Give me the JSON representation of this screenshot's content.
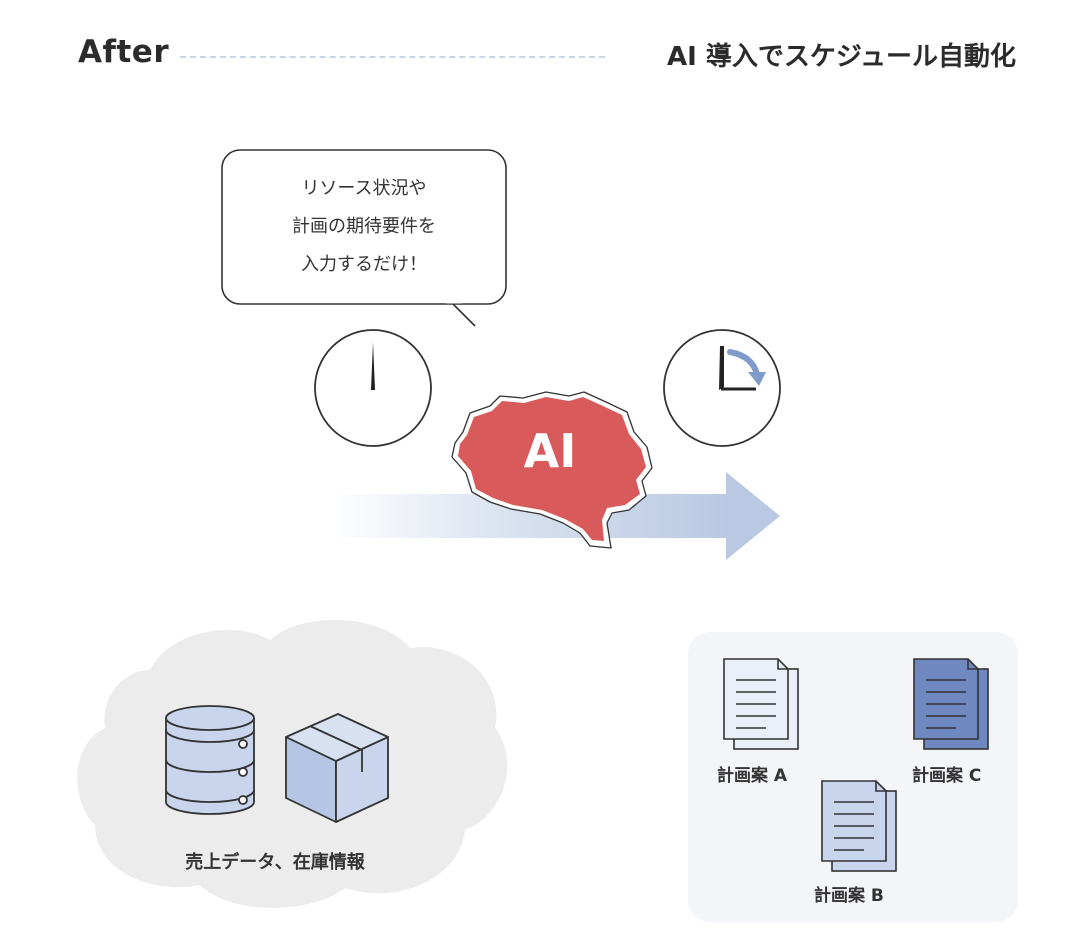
{
  "header": {
    "after_label": "After",
    "title": "AI 導入でスケジュール自動化"
  },
  "speech_bubble": {
    "lines": [
      "リソース状況や",
      "計画の期待要件を",
      "入力するだけ！"
    ]
  },
  "ai_badge": {
    "label": "AI",
    "color": "#d95a5a"
  },
  "data_source": {
    "label": "売上データ、在庫情報"
  },
  "plans": {
    "plan_a": "計画案 A",
    "plan_b": "計画案 B",
    "plan_c": "計画案 C"
  },
  "colors": {
    "accent_blue": "#b7c7e2",
    "arrow_blue": "#b9c9e3",
    "cloud_gray": "#ececec",
    "panel_gray": "#f4f5f8",
    "doc_dark_blue": "#6f88bf",
    "doc_light_blue": "#c8d5ec"
  },
  "icons": {
    "database": "database-icon",
    "box": "box-icon",
    "clock_before": "clock-start-icon",
    "clock_after": "clock-short-icon",
    "document": "document-icon"
  }
}
